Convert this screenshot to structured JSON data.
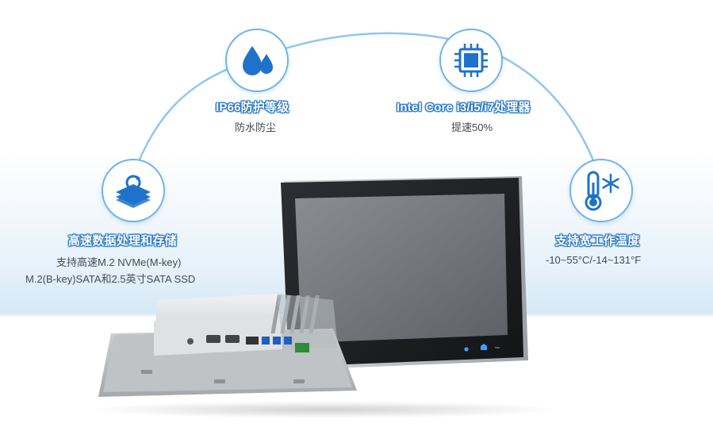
{
  "features": {
    "storage": {
      "icon": "storage-icon",
      "title": "高速数据处理和存储",
      "line1": "支持高速M.2 NVMe(M-key)",
      "line2": "M.2(B-key)SATA和2.5英寸SATA SSD"
    },
    "ip66": {
      "icon": "water-drops-icon",
      "title": "IP66防护等级",
      "line1": "防水防尘"
    },
    "cpu": {
      "icon": "cpu-chip-icon",
      "title": "Intel Core i3/i5/i7处理器",
      "line1": "提速50%"
    },
    "temp": {
      "icon": "thermometer-snowflake-icon",
      "title": "支持宽工作温度",
      "line1": "-10~55°C/-14~131°F"
    }
  },
  "colors": {
    "accent": "#1f72c9",
    "arc": "#8fc7ee",
    "badge_border": "#6fb3e8"
  }
}
